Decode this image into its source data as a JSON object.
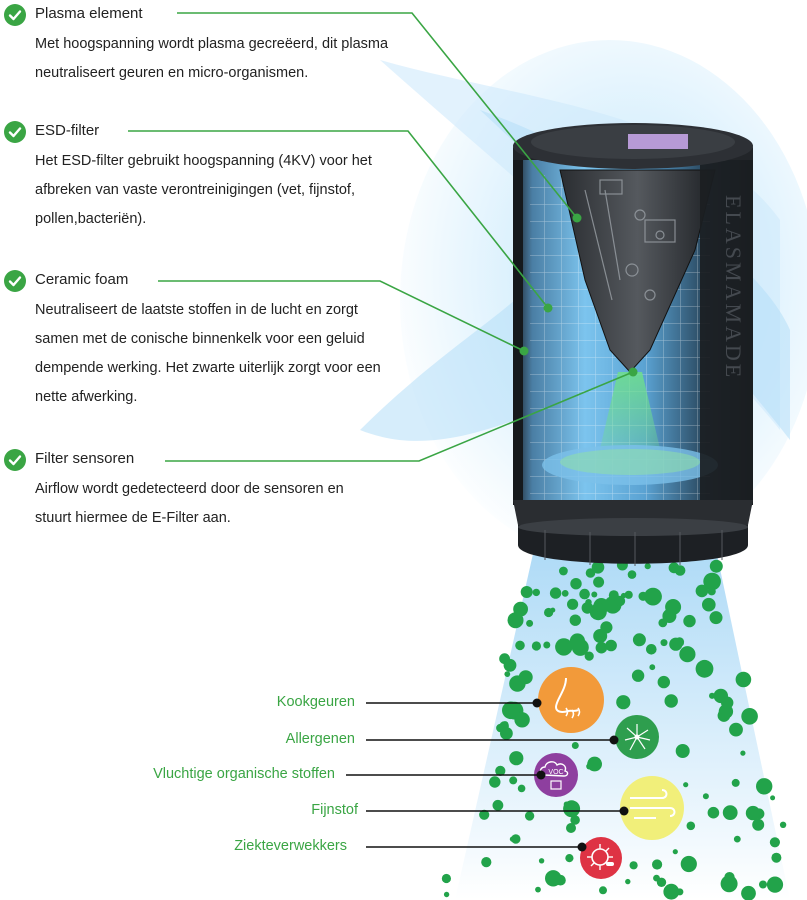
{
  "features": [
    {
      "title": "Plasma element",
      "desc": "Met hoogspanning wordt plasma gecreëerd, dit plasma neutraliseert geuren en micro-organismen."
    },
    {
      "title": "ESD-filter",
      "desc": "Het ESD-filter gebruikt hoogspanning (4KV) voor het afbreken van vaste verontreinigingen (vet, fijnstof, pollen,bacteriën)."
    },
    {
      "title": "Ceramic foam",
      "desc": "Neutraliseert de laatste stoffen in de lucht en zorgt samen met de conische binnenkelk voor een geluid dempende werking. Het zwarte uiterlijk zorgt voor een nette afwerking."
    },
    {
      "title": "Filter sensoren",
      "desc": "Airflow wordt gedetecteerd door de sensoren en stuurt hiermee de E-Filter aan."
    }
  ],
  "filtered": [
    {
      "label": "Kookgeuren",
      "icon": "nose-odor-icon",
      "color": "#f29a3a"
    },
    {
      "label": "Allergenen",
      "icon": "dandelion-icon",
      "color": "#2e9e4e"
    },
    {
      "label": "Vluchtige organische stoffen",
      "icon": "voc-cloud-icon",
      "color": "#8e3f9f"
    },
    {
      "label": "Fijnstof",
      "icon": "wind-dust-icon",
      "color": "#f1ef7a"
    },
    {
      "label": "Ziekteverwekkers",
      "icon": "virus-icon",
      "color": "#de3344"
    }
  ],
  "device": {
    "brand": "ELASMAMADE"
  },
  "colors": {
    "accent": "#3aa544",
    "airflow": "#9ed4f4",
    "particle": "#22a34a"
  }
}
